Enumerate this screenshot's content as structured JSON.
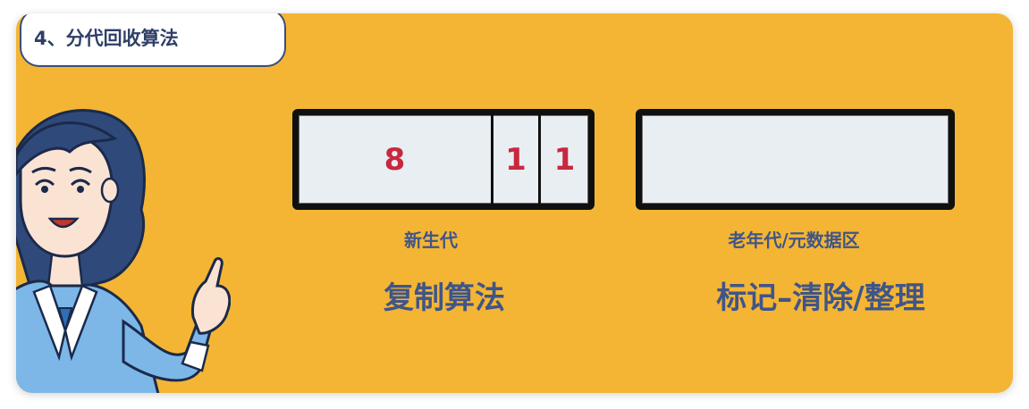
{
  "title": "4、分代回收算法",
  "young_gen": {
    "segments": [
      "8",
      "1",
      "1"
    ],
    "label": "新生代",
    "algorithm": "复制算法"
  },
  "old_gen": {
    "label": "老年代/元数据区",
    "algorithm": "标记–清除/整理"
  },
  "colors": {
    "background": "#F4B534",
    "text": "#3F5589",
    "numbers": "#C8283F",
    "box_fill": "#E9EEF3"
  }
}
